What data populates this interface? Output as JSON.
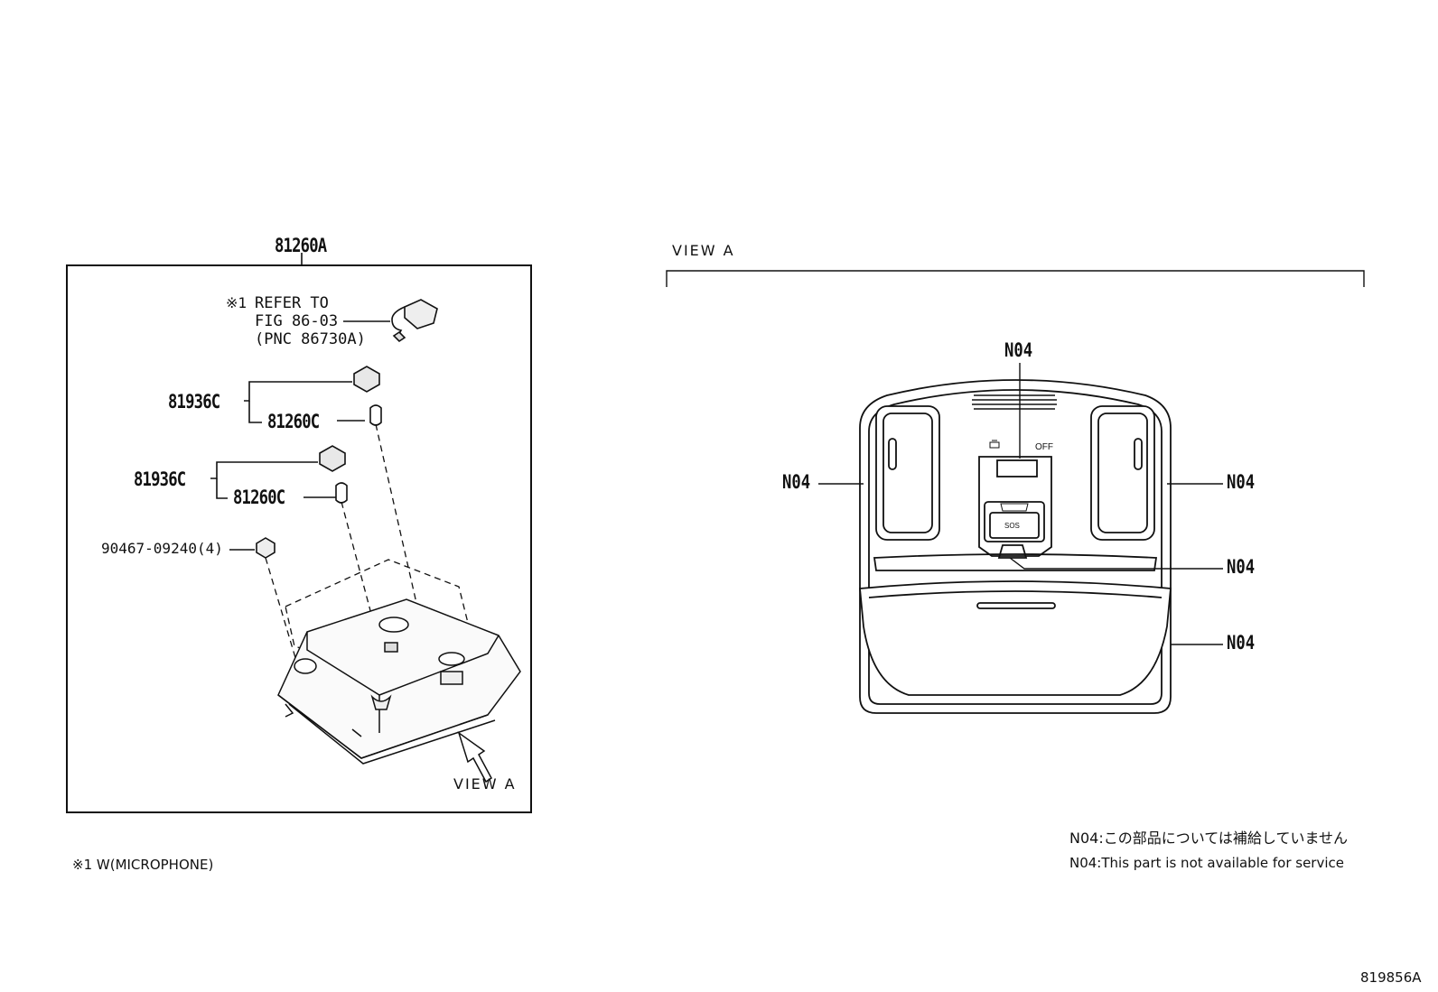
{
  "assembly": {
    "main_part": "81260A",
    "refer_mark": "※1",
    "refer_lines": [
      "REFER TO",
      "FIG 86-03",
      "(PNC 86730A)"
    ],
    "groups": [
      {
        "parent": "81936C",
        "child": "81260C"
      },
      {
        "parent": "81936C",
        "child": "81260C"
      }
    ],
    "screw": "90467-09240(4)",
    "view_label": "VIEW A"
  },
  "view_a": {
    "title": "VIEW A",
    "callouts": [
      "N04",
      "N04",
      "N04",
      "N04",
      "N04"
    ],
    "switch_label": "OFF",
    "button_label": "SOS"
  },
  "footnote": "※1 W(MICROPHONE)",
  "notes": {
    "jp": "N04:この部品については補給していません",
    "en": "N04:This part is not available for service"
  },
  "diagram_id": "819856A"
}
